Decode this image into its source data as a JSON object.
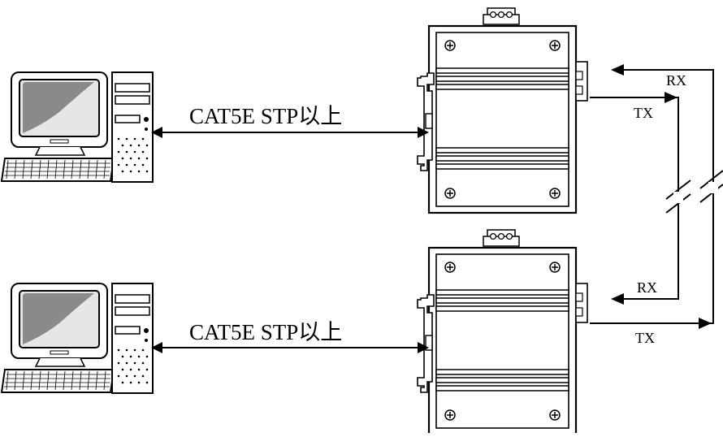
{
  "diagram": {
    "links": [
      {
        "cable_label": "CAT5E STP以上"
      },
      {
        "cable_label": "CAT5E STP以上"
      }
    ],
    "ports": {
      "top_converter": {
        "rx": "RX",
        "tx": "TX"
      },
      "bottom_converter": {
        "rx": "RX",
        "tx": "TX"
      }
    }
  },
  "colors": {
    "stroke": "#000000",
    "screen": "#8a8a8a",
    "background": "#ffffff"
  }
}
